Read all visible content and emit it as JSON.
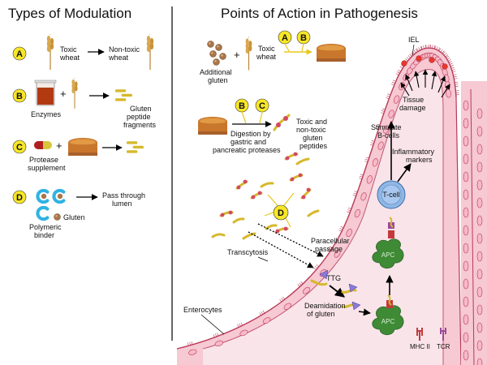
{
  "headings": {
    "left": "Types of Modulation",
    "right": "Points of Action in Pathogenesis"
  },
  "letters": {
    "a": "A",
    "b": "B",
    "c": "C",
    "d": "D"
  },
  "left": {
    "a_input": [
      "Toxic",
      "wheat"
    ],
    "a_output": [
      "Non-toxic",
      "wheat"
    ],
    "b_input": "Enzymes",
    "b_output": [
      "Gluten",
      "peptide",
      "fragments"
    ],
    "c_input": [
      "Protease",
      "supplement"
    ],
    "d_output": [
      "Pass through",
      "lumen"
    ],
    "d_binder": [
      "Polymeric",
      "binder"
    ],
    "d_gluten": "Gluten"
  },
  "right": {
    "additional_gluten": [
      "Additional",
      "gluten"
    ],
    "toxic_wheat": [
      "Toxic",
      "wheat"
    ],
    "digestion": [
      "Digestion by",
      "gastric and",
      "pancreatic proteases"
    ],
    "peptides": [
      "Toxic and",
      "non-toxic",
      "gluten",
      "peptides"
    ],
    "iel": "IEL",
    "tissue_damage": [
      "Tissue",
      "damage"
    ],
    "stimulate": [
      "Stimulate",
      "B-cells"
    ],
    "inflammatory": [
      "Inflammatory",
      "markers"
    ],
    "tcell": "T-cell",
    "apc": "APC",
    "paracellular": [
      "Paracellular",
      "passage"
    ],
    "transcytosis": "Transcytosis",
    "ttg": "TTG",
    "deamidation": [
      "Deamidation",
      "of gluten"
    ],
    "enterocytes": "Enterocytes",
    "mhc": "MHC II",
    "tcr": "TCR"
  },
  "colors": {
    "tissue": "#f6c9d3",
    "tissue_border": "#b93a58",
    "lumen": "#f9e6ec",
    "badge": "#f7e627",
    "apc": "#3e8a35",
    "tcell": "#8fb7e6",
    "ttg": "#8a7ad8",
    "gluten_peptide": "#d4b82e",
    "bread": "#c97a2e",
    "wheat": "#d4a24a"
  }
}
